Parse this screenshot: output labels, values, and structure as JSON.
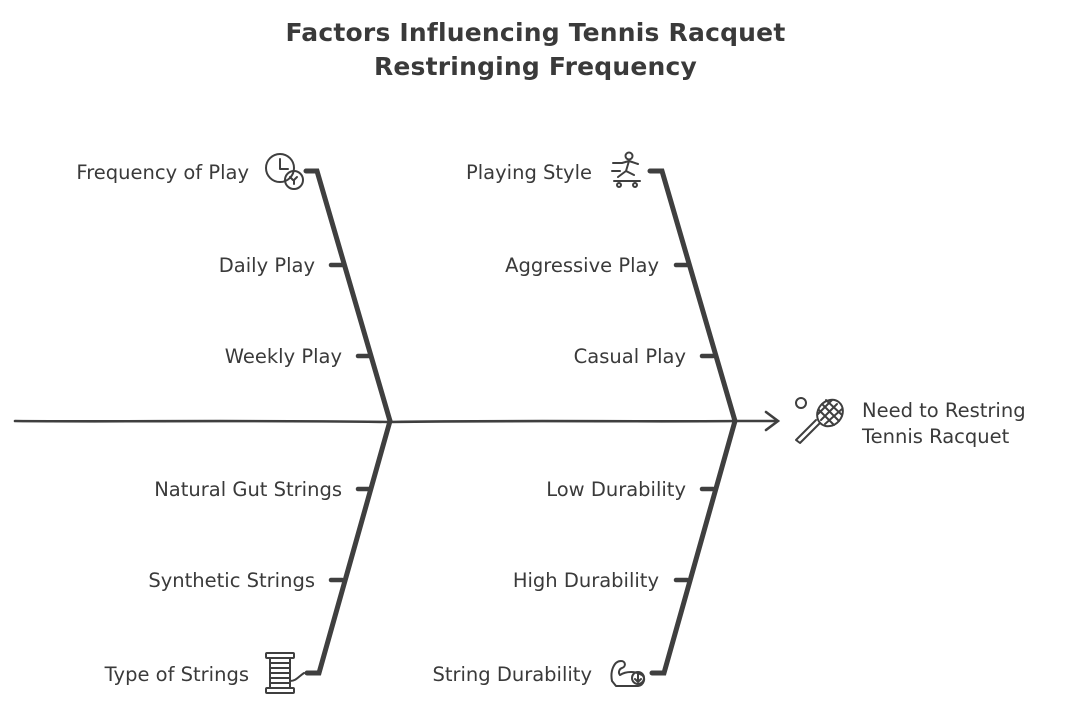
{
  "title": {
    "line1": "Factors Influencing Tennis Racquet",
    "line2": "Restringing Frequency"
  },
  "effect": {
    "line1": "Need to Restring",
    "line2": "Tennis Racquet",
    "icon": "tennis-racquet-icon"
  },
  "categories": [
    {
      "id": "frequency-of-play",
      "label": "Frequency of Play",
      "icon": "clock-icon",
      "causes": [
        "Daily Play",
        "Weekly Play"
      ]
    },
    {
      "id": "playing-style",
      "label": "Playing Style",
      "icon": "skateboarder-icon",
      "causes": [
        "Aggressive Play",
        "Casual Play"
      ]
    },
    {
      "id": "type-of-strings",
      "label": "Type of Strings",
      "icon": "spool-icon",
      "causes": [
        "Natural Gut Strings",
        "Synthetic Strings"
      ]
    },
    {
      "id": "string-durability",
      "label": "String Durability",
      "icon": "flexed-arm-icon",
      "causes": [
        "Low Durability",
        "High Durability"
      ]
    }
  ],
  "colors": {
    "ink": "#3f3f3f",
    "background": "#ffffff"
  }
}
